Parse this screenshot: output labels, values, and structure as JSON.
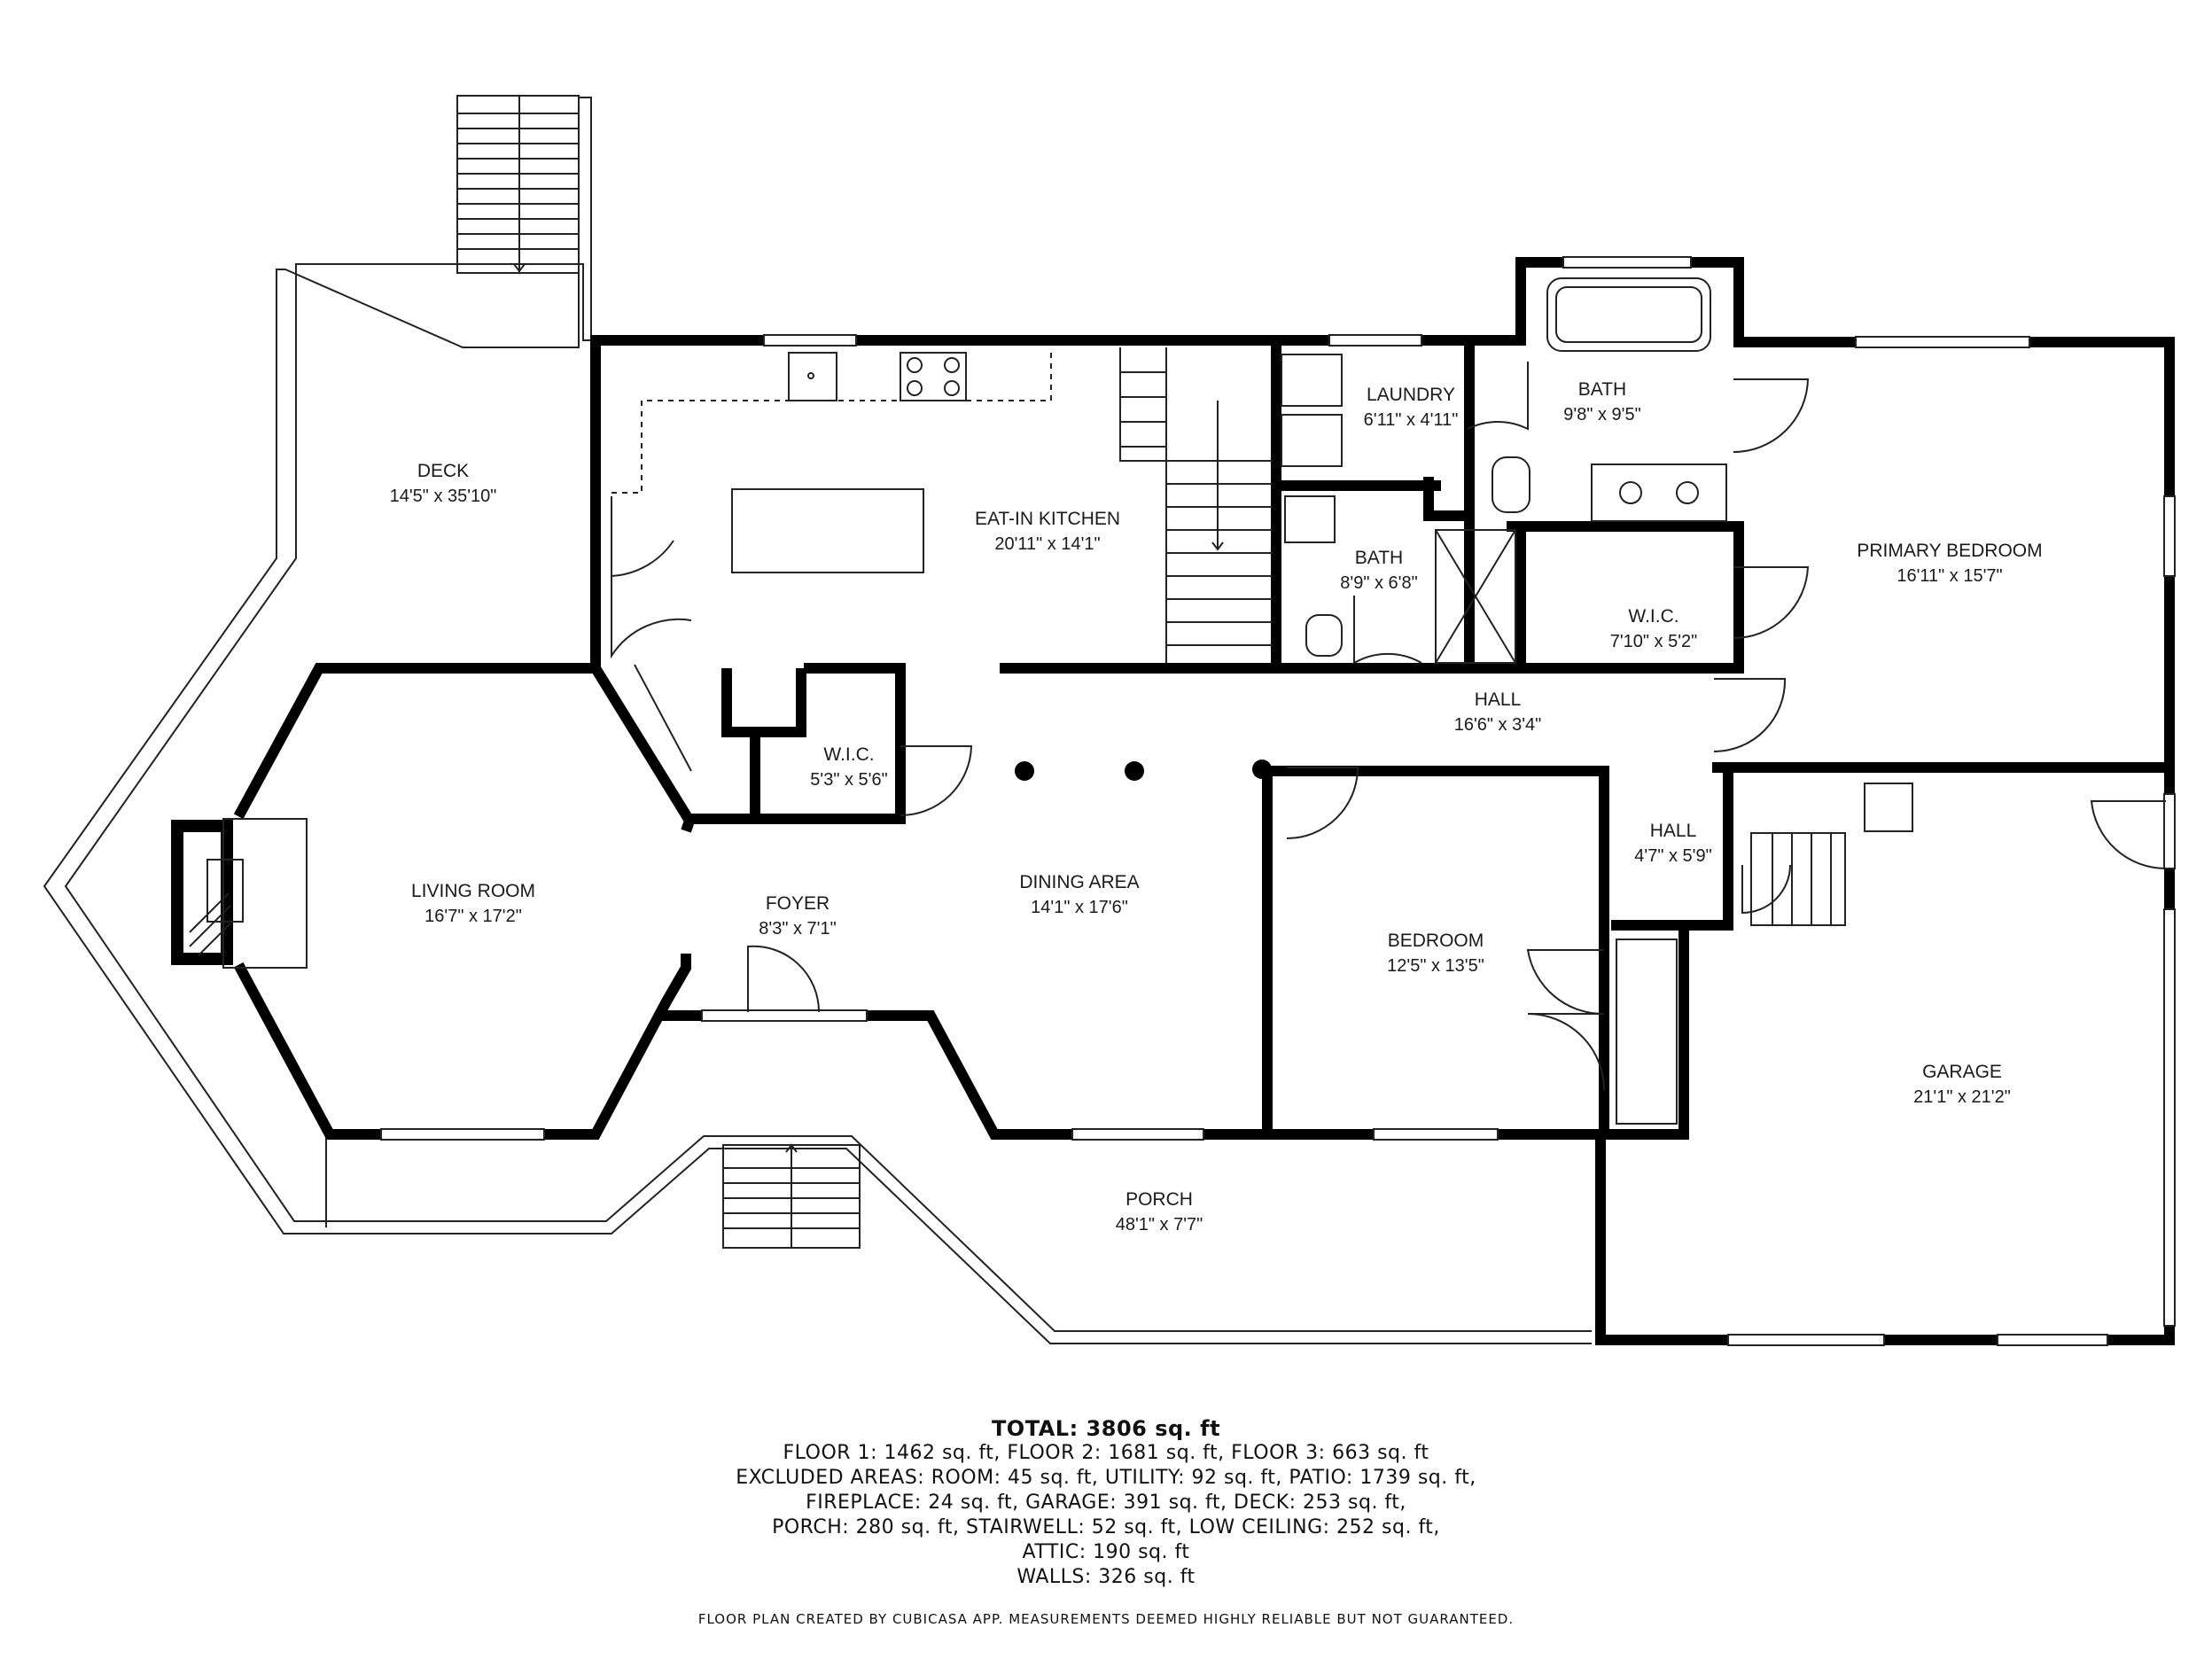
{
  "rooms": {
    "deck": {
      "name": "DECK",
      "dim": "14'5\" x 35'10\""
    },
    "kitchen": {
      "name": "EAT-IN KITCHEN",
      "dim": "20'11\" x 14'1\""
    },
    "laundry": {
      "name": "LAUNDRY",
      "dim": "6'11\" x 4'11\""
    },
    "bath_primary": {
      "name": "BATH",
      "dim": "9'8\" x 9'5\""
    },
    "primary_bedroom": {
      "name": "PRIMARY BEDROOM",
      "dim": "16'11\" x 15'7\""
    },
    "bath_hall": {
      "name": "BATH",
      "dim": "8'9\" x 6'8\""
    },
    "wic_primary": {
      "name": "W.I.C.",
      "dim": "7'10\" x 5'2\""
    },
    "hall_main": {
      "name": "HALL",
      "dim": "16'6\" x 3'4\""
    },
    "wic_foyer": {
      "name": "W.I.C.",
      "dim": "5'3\" x 5'6\""
    },
    "living_room": {
      "name": "LIVING ROOM",
      "dim": "16'7\" x 17'2\""
    },
    "foyer": {
      "name": "FOYER",
      "dim": "8'3\" x 7'1\""
    },
    "dining": {
      "name": "DINING AREA",
      "dim": "14'1\" x 17'6\""
    },
    "bedroom": {
      "name": "BEDROOM",
      "dim": "12'5\" x 13'5\""
    },
    "hall_small": {
      "name": "HALL",
      "dim": "4'7\" x 5'9\""
    },
    "garage": {
      "name": "GARAGE",
      "dim": "21'1\" x 21'2\""
    },
    "porch": {
      "name": "PORCH",
      "dim": "48'1\" x 7'7\""
    }
  },
  "summary": {
    "total": "TOTAL: 3806 sq. ft",
    "lines": [
      "FLOOR 1: 1462 sq. ft, FLOOR 2: 1681 sq. ft, FLOOR 3: 663 sq. ft",
      "EXCLUDED AREAS: ROOM: 45 sq. ft, UTILITY: 92 sq. ft, PATIO: 1739 sq. ft,",
      "FIREPLACE: 24 sq. ft, GARAGE: 391 sq. ft, DECK: 253 sq. ft,",
      "PORCH: 280 sq. ft, STAIRWELL: 52 sq. ft, LOW CEILING: 252 sq. ft,",
      "ATTIC: 190 sq. ft",
      "WALLS: 326 sq. ft"
    ]
  },
  "credit": "FLOOR PLAN CREATED BY CUBICASA APP. MEASUREMENTS DEEMED HIGHLY RELIABLE BUT NOT GUARANTEED."
}
